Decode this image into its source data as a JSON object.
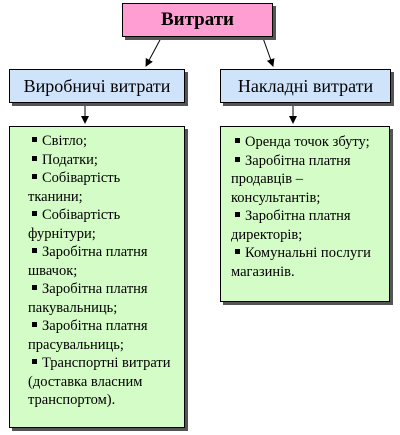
{
  "root": {
    "label": "Витрати"
  },
  "left": {
    "title": "Виробничі витрати",
    "items": [
      "Світло;",
      "Податки;",
      "Собівартість тканини;",
      "Собівартість фурнітури;",
      "Заробітна платня швачок;",
      "Заробітна платня пакувальниць;",
      "Заробітна платня прасувальниць;",
      "Транспортні витрати (доставка власним транспортом)."
    ]
  },
  "right": {
    "title": "Накладні витрати",
    "items": [
      "Оренда точок збуту;",
      "Заробітна платня продавців – консультантів;",
      "Заробітна платня директорів;",
      "Комунальні послуги магазинів."
    ]
  },
  "colors": {
    "root_fill": "#ff9ed2",
    "category_fill": "#cfe4fa",
    "list_fill": "#d4fcc6",
    "shadow": "#555555"
  }
}
